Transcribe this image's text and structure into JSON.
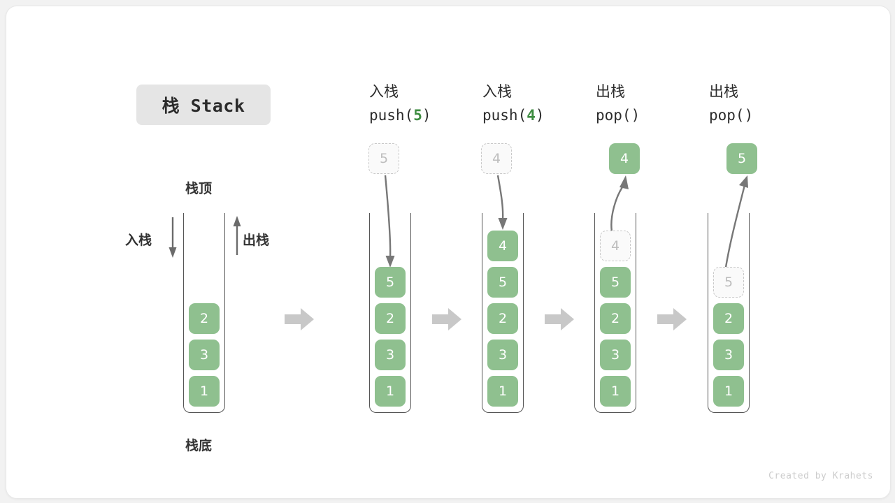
{
  "title_badge": "栈 Stack",
  "labels": {
    "top": "栈顶",
    "bottom": "栈底",
    "push_side": "入栈",
    "pop_side": "出栈"
  },
  "credit": "Created by Krahets",
  "colors": {
    "element_fill": "#8fc08f",
    "element_text": "#ffffff",
    "ghost_fill": "#fafafa",
    "ghost_border": "#c9c9c9",
    "ghost_text": "#bdbdbd",
    "tube_border": "#555555",
    "step_arrow": "#c8c8c8",
    "highlight_text": "#3d8c40",
    "badge_bg": "#e5e5e5",
    "card_bg": "#ffffff",
    "page_bg": "#f2f2f2"
  },
  "columns": [
    {
      "id": "initial",
      "header_cn": "",
      "header_code": "",
      "incoming": null,
      "result": null,
      "stack": [
        "2",
        "3",
        "1"
      ],
      "ghost_in_stack": null
    },
    {
      "id": "push-5",
      "header_cn": "入栈",
      "header_code_prefix": "push(",
      "header_code_value": "5",
      "header_code_suffix": ")",
      "incoming": "5",
      "result": null,
      "stack": [
        "5",
        "2",
        "3",
        "1"
      ],
      "ghost_in_stack": null
    },
    {
      "id": "push-4",
      "header_cn": "入栈",
      "header_code_prefix": "push(",
      "header_code_value": "4",
      "header_code_suffix": ")",
      "incoming": "4",
      "result": null,
      "stack": [
        "4",
        "5",
        "2",
        "3",
        "1"
      ],
      "ghost_in_stack": null
    },
    {
      "id": "pop-1",
      "header_cn": "出栈",
      "header_code_prefix": "pop(",
      "header_code_value": "",
      "header_code_suffix": ")",
      "incoming": null,
      "result": "4",
      "stack": [
        "5",
        "2",
        "3",
        "1"
      ],
      "ghost_in_stack": "4"
    },
    {
      "id": "pop-2",
      "header_cn": "出栈",
      "header_code_prefix": "pop(",
      "header_code_value": "",
      "header_code_suffix": ")",
      "incoming": null,
      "result": "5",
      "stack": [
        "2",
        "3",
        "1"
      ],
      "ghost_in_stack": "5"
    }
  ]
}
